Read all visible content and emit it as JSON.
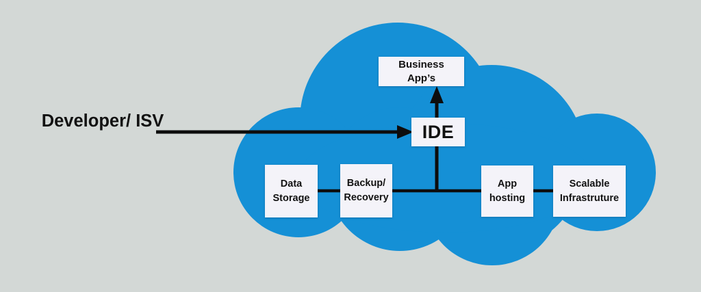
{
  "diagram": {
    "colors": {
      "canvas": "#d3d8d6",
      "cloud": "#1590d6",
      "box_fill": "#f4f3f9",
      "line": "#0d0d0d",
      "text": "#121212"
    },
    "external_label": {
      "line1": "Developer/",
      "line2": "ISV"
    },
    "nodes": {
      "business_apps": {
        "line1": "Business",
        "line2": "App’s"
      },
      "ide": {
        "label": "IDE"
      },
      "data_storage": {
        "line1": "Data",
        "line2": "Storage"
      },
      "backup_recovery": {
        "line1": "Backup/",
        "line2": "Recovery"
      },
      "app_hosting": {
        "line1": "App",
        "line2": "hosting"
      },
      "scalable_infrastructure": {
        "line1": "Scalable",
        "line2": "Infrastruture"
      }
    }
  }
}
